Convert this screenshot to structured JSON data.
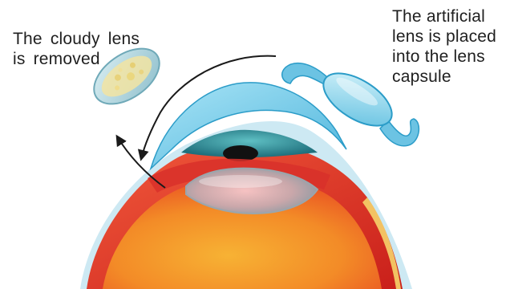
{
  "labels": {
    "removed": {
      "line1": "The cloudy lens",
      "line2": "is removed"
    },
    "placed": {
      "line1": "The artificial",
      "line2": "lens is placed",
      "line3": "into the lens",
      "line4": "capsule"
    }
  },
  "icons": {
    "cloudy_lens": "cloudy-lens-icon",
    "artificial_lens": "intraocular-lens-icon",
    "eye": "eye-cross-section-icon",
    "arrow_out": "arrow-curved-icon",
    "arrow_in": "arrow-curved-icon"
  },
  "colors": {
    "text": "#1f1f1f",
    "cornea": "#7fd0ec",
    "cornea_dark": "#2b9cc8",
    "iris": "#2e8f9a",
    "pupil": "#111111",
    "lens_cloudy": "#b9d3da",
    "retina": "#e8402e",
    "vitreous": "#f59a2a",
    "sclera": "#f4e9c4",
    "arrow": "#1a1a1a"
  }
}
